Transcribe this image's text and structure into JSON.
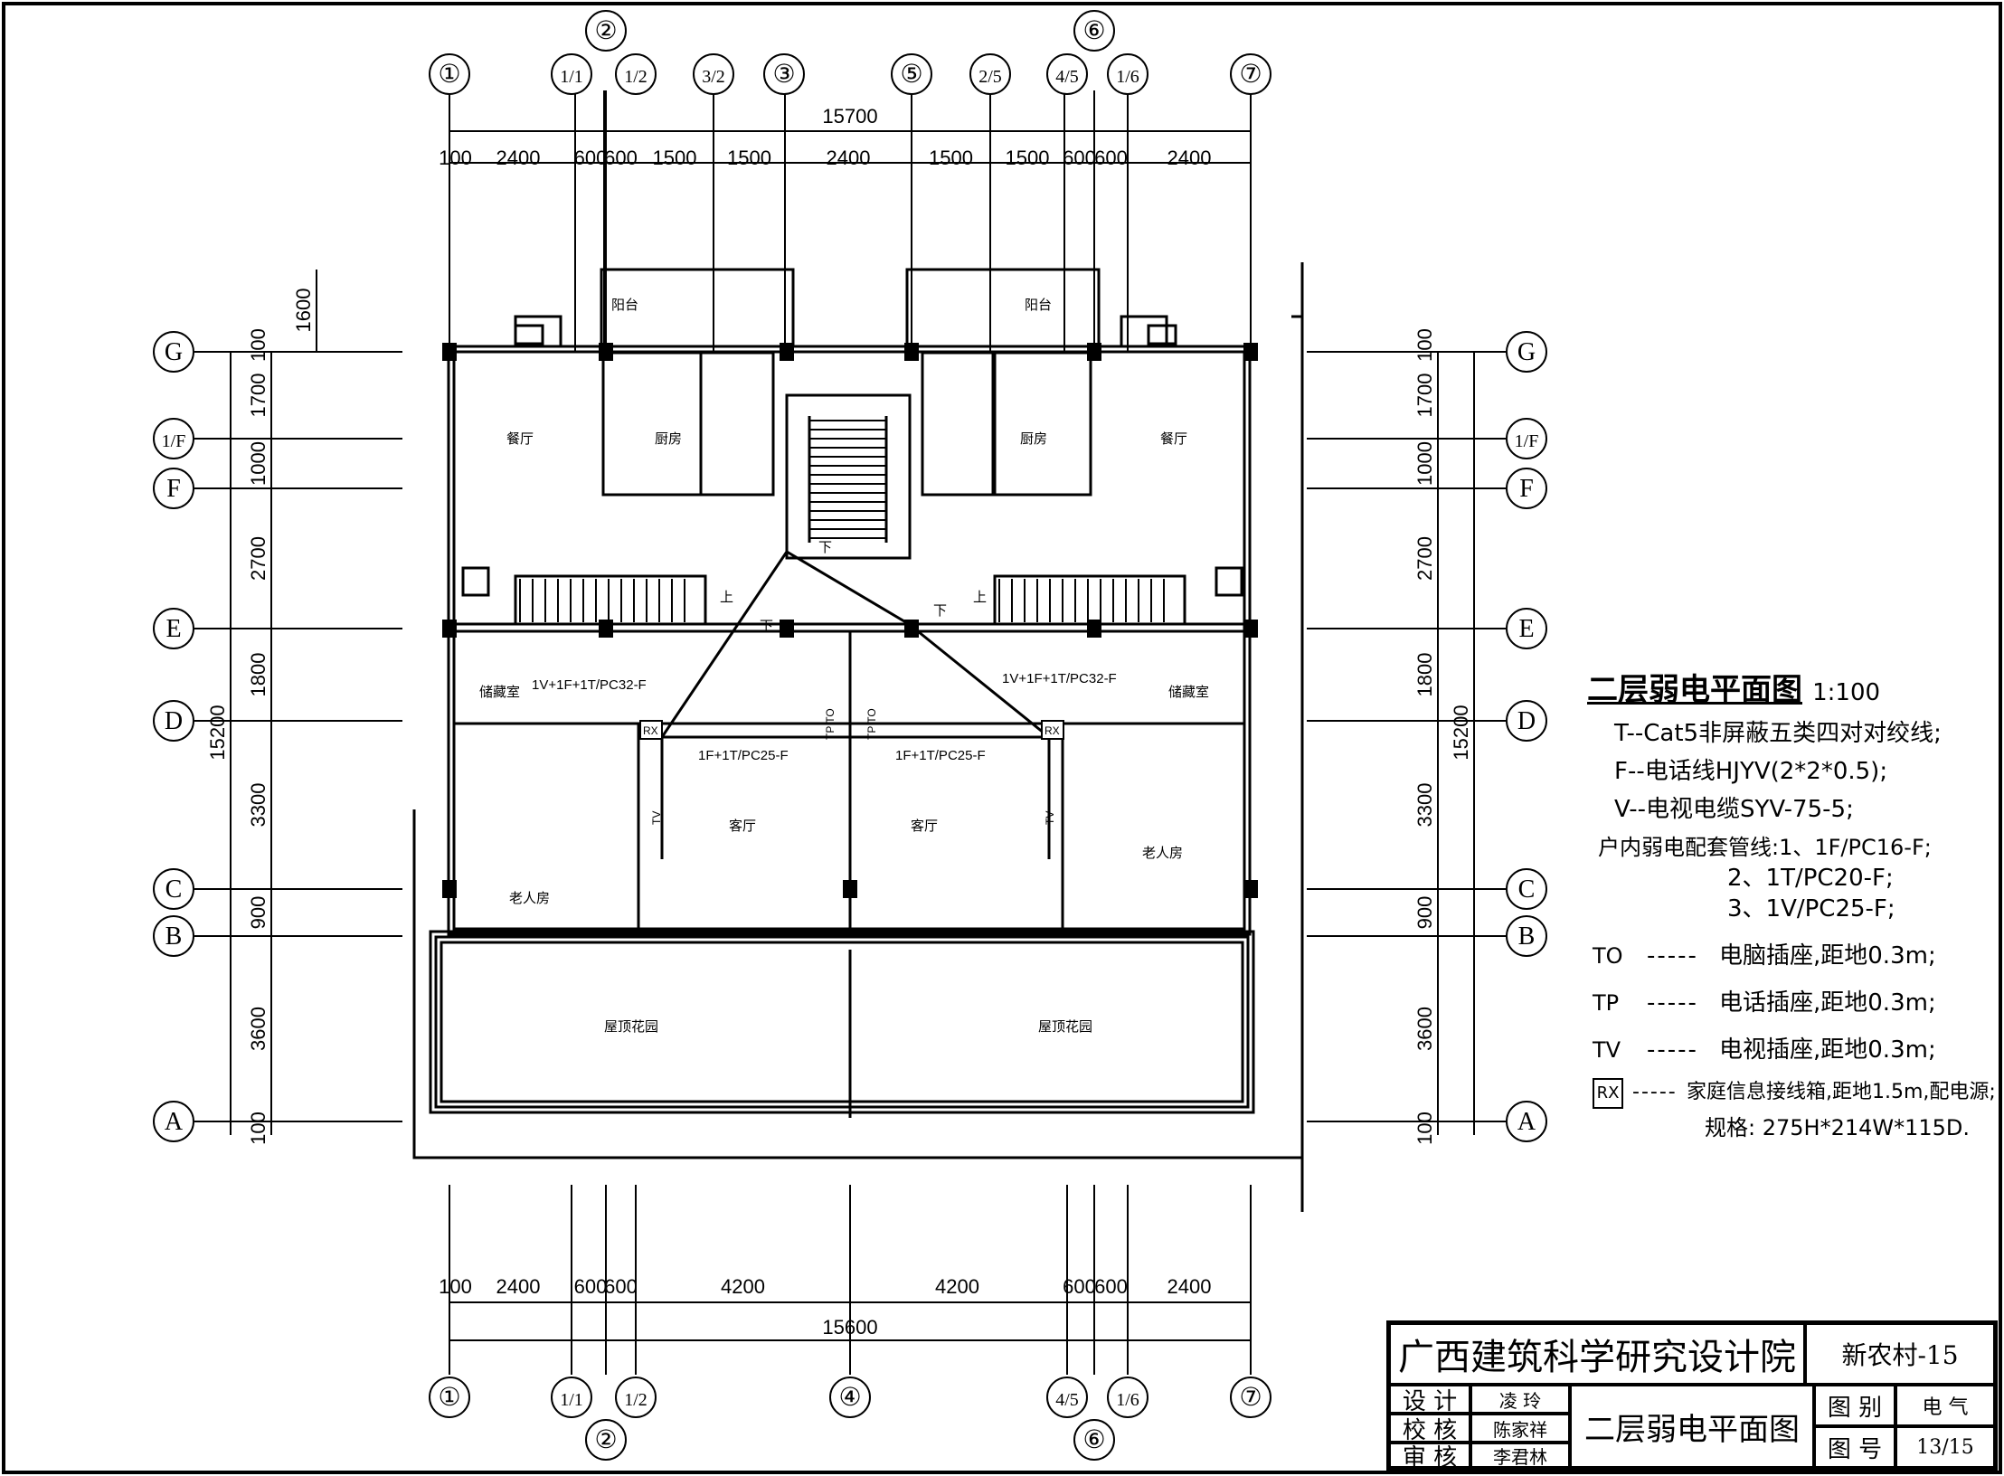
{
  "grid": {
    "top_labels": [
      "①",
      "1/1",
      "1/2",
      "②",
      "3/2",
      "③",
      "⑤",
      "2/5",
      "4/5",
      "⑥",
      "1/6",
      "⑦"
    ],
    "bottom_labels": [
      "①",
      "1/1",
      "1/2",
      "②",
      "④",
      "4/5",
      "1/6",
      "⑥",
      "⑦"
    ],
    "left_labels": [
      "G",
      "1/F",
      "F",
      "E",
      "D",
      "C",
      "B",
      "A"
    ],
    "right_labels": [
      "G",
      "1/F",
      "F",
      "E",
      "D",
      "C",
      "B",
      "A"
    ]
  },
  "dimensions": {
    "top_total": "15700",
    "top_segments": [
      "100",
      "2400",
      "600",
      "600",
      "1500",
      "1500",
      "2400",
      "1500",
      "1500",
      "600",
      "600",
      "2400"
    ],
    "bottom_total": "15600",
    "bottom_segments": [
      "100",
      "2400",
      "600",
      "600",
      "4200",
      "4200",
      "600",
      "600",
      "2400"
    ],
    "left_total": "15200",
    "left_segments": [
      "100",
      "1700",
      "1000",
      "2700",
      "1800",
      "3300",
      "900",
      "3600",
      "100"
    ],
    "left_top_extra": "1600",
    "right_total": "15200",
    "right_segments": [
      "100",
      "1700",
      "1000",
      "2700",
      "1800",
      "3300",
      "900",
      "3600",
      "100"
    ]
  },
  "rooms": {
    "balcony_l": "阳台",
    "balcony_r": "阳台",
    "kitchen_l": "厨房",
    "kitchen_r": "厨房",
    "dining_l": "餐厅",
    "dining_r": "餐厅",
    "storage_l": "储藏室",
    "storage_r": "储藏室",
    "living_l": "客厅",
    "living_r": "客厅",
    "elder_l": "老人房",
    "elder_r": "老人房",
    "garden_l": "屋顶花园",
    "garden_r": "屋顶花园",
    "stair_down": "下",
    "stair_up": "上"
  },
  "annotations": {
    "run_l": "1V+1F+1T/PC32-F",
    "run_r": "1V+1F+1T/PC32-F",
    "branch_l": "1F+1T/PC25-F",
    "branch_r": "1F+1T/PC25-F",
    "rx": "RX",
    "tp_to": "TP TO",
    "tv": "TV"
  },
  "legend": {
    "title": "二层弱电平面图",
    "scale": "1:100",
    "line1": "T--Cat5非屏蔽五类四对对绞线;",
    "line2": "F--电话线HJYV(2*2*0.5);",
    "line3": "V--电视电缆SYV-75-5;",
    "line4": "户内弱电配套管线:1、1F/PC16-F;",
    "line5": "2、1T/PC20-F;",
    "line6": "3、1V/PC25-F;",
    "sym_to": "TO",
    "desc_to": "电脑插座,距地0.3m;",
    "sym_tp": "TP",
    "desc_tp": "电话插座,距地0.3m;",
    "sym_tv": "TV",
    "desc_tv": "电视插座,距地0.3m;",
    "sym_rx": "RX",
    "desc_rx": "家庭信息接线箱,距地1.5m,配电源;",
    "spec": "规格: 275H*214W*115D.",
    "dash": "-----"
  },
  "title_block": {
    "institute": "广西建筑科学研究设计院",
    "project": "新农村-15",
    "design_label": "设 计",
    "design_name": "凌 玲",
    "check_label": "校 核",
    "check_name": "陈家祥",
    "review_label": "审 核",
    "review_name": "李君林",
    "drawing_title": "二层弱电平面图",
    "category_label": "图 别",
    "category_value": "电 气",
    "number_label": "图 号",
    "number_value": "13/15"
  }
}
